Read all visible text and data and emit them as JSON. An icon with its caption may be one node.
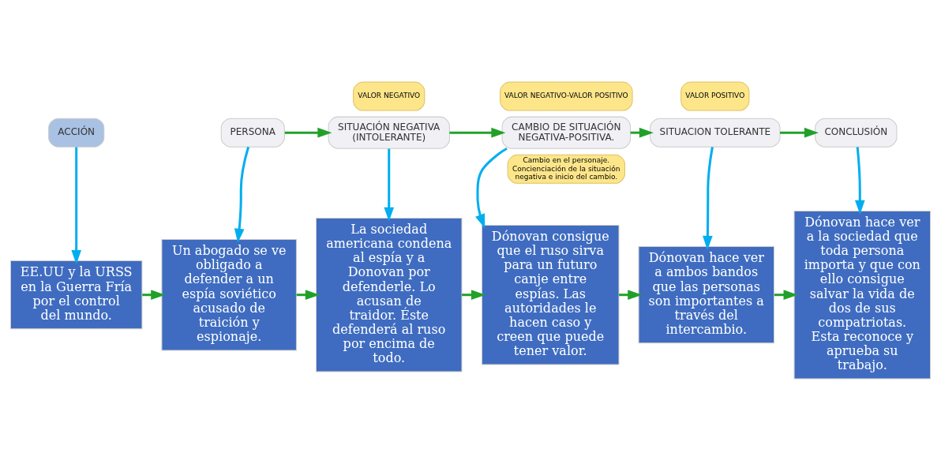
{
  "diagram": {
    "nodes": [
      {
        "text": [
          "ACCIÓN"
        ]
      },
      {
        "text": [
          "PERSONA"
        ]
      },
      {
        "text": [
          "SITUACIÓN NEGATIVA (INTOLERANTE)"
        ],
        "beside": [
          "VALOR NEGATIVO"
        ]
      },
      {
        "text": [
          "CAMBIO DE SITUACIÓN NEGATIVA-POSITIVA."
        ],
        "beside": [
          "VALOR NEGATIVO-VALOR POSITIVO",
          "Cambio en el personaje. Concienciación de la situación negativa e inicio del cambio."
        ]
      },
      {
        "text": [
          "SITUACION TOLERANTE"
        ],
        "beside": [
          "VALOR POSITIVO"
        ]
      },
      {
        "text": [
          "CONCLUSIÓN"
        ]
      },
      {
        "text": [
          "EE.UU y la URSS en la Guerra Fría por el control del mundo."
        ]
      },
      {
        "text": [
          "Un abogado se ve obligado a defender a un espía soviético acusado de traición y espionaje."
        ]
      },
      {
        "text": [
          "La sociedad americana condena al espía y a Donovan por defenderle. Lo acusan de traidor. Éste defenderá al ruso por encima de todo."
        ]
      },
      {
        "text": [
          "Dónovan consigue que el ruso sirva para un futuro canje entre espías. Las autoridades le hacen caso y creen que puede tener valor."
        ]
      },
      {
        "text": [
          "Dónovan hace ver a ambos bandos que las personas son importantes a través del intercambio."
        ]
      },
      {
        "text": [
          "Dónovan hace ver a la sociedad que toda persona importa y que con ello consigue salvar la vida de dos de sus compatriotas. Esta reconoce y aprueba su trabajo."
        ]
      }
    ],
    "edges": [
      {
        "from": 1,
        "to": 2,
        "arrow": "to"
      },
      {
        "from": 2,
        "to": 3,
        "arrow": "to"
      },
      {
        "from": 3,
        "to": 4,
        "arrow": "to"
      },
      {
        "from": 4,
        "to": 5,
        "arrow": "to"
      },
      {
        "from": 0,
        "to": 6,
        "arrow": "to",
        "color": "#00aeef"
      },
      {
        "from": 1,
        "to": 7,
        "arrow": "to",
        "color": "#00aeef"
      },
      {
        "from": 2,
        "to": 8,
        "arrow": "to",
        "color": "#00aeef"
      },
      {
        "from": 3,
        "to": 9,
        "arrow": "to",
        "color": "#00aeef"
      },
      {
        "from": 4,
        "to": 10,
        "arrow": "to",
        "color": "#00aeef"
      },
      {
        "from": 5,
        "to": 11,
        "arrow": "to",
        "color": "#00aeef"
      },
      {
        "from": 6,
        "to": 7,
        "arrow": "to"
      },
      {
        "from": 7,
        "to": 8,
        "arrow": "to"
      },
      {
        "from": 8,
        "to": 9,
        "arrow": "to"
      },
      {
        "from": 9,
        "to": 10,
        "arrow": "to"
      },
      {
        "from": 10,
        "to": 11,
        "arrow": "to"
      }
    ]
  }
}
